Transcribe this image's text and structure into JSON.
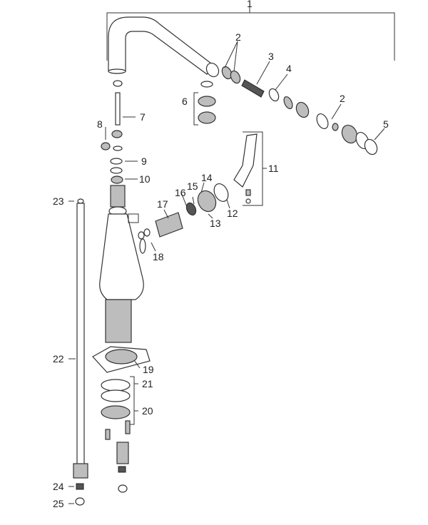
{
  "callouts": {
    "p1": "1",
    "p2a": "2",
    "p2b": "2",
    "p3": "3",
    "p4": "4",
    "p5": "5",
    "p6": "6",
    "p7": "7",
    "p8": "8",
    "p9": "9",
    "p10": "10",
    "p11": "11",
    "p12": "12",
    "p13": "13",
    "p14": "14",
    "p15": "15",
    "p16": "16",
    "p17": "17",
    "p18": "18",
    "p19": "19",
    "p20": "20",
    "p21": "21",
    "p22": "22",
    "p23": "23",
    "p24": "24",
    "p25": "25"
  }
}
